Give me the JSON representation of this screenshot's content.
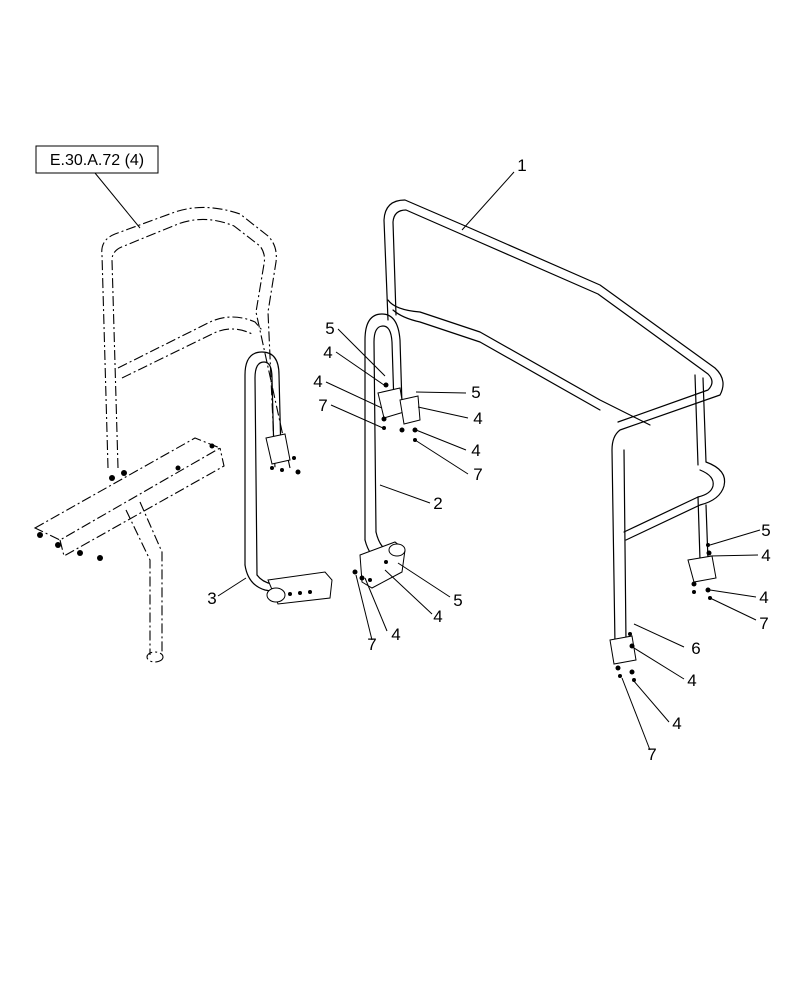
{
  "reference_box": {
    "text": "E.30.A.72 (4)"
  },
  "callouts": [
    {
      "id": "c1",
      "text": "1"
    },
    {
      "id": "c2",
      "text": "2"
    },
    {
      "id": "c3",
      "text": "3"
    },
    {
      "id": "c5a",
      "text": "5"
    },
    {
      "id": "c4a",
      "text": "4"
    },
    {
      "id": "c4b",
      "text": "4"
    },
    {
      "id": "c7a",
      "text": "7"
    },
    {
      "id": "c5b",
      "text": "5"
    },
    {
      "id": "c4c",
      "text": "4"
    },
    {
      "id": "c4d",
      "text": "4"
    },
    {
      "id": "c7b",
      "text": "7"
    },
    {
      "id": "c5c",
      "text": "5"
    },
    {
      "id": "c4e",
      "text": "4"
    },
    {
      "id": "c4f",
      "text": "4"
    },
    {
      "id": "c7c",
      "text": "7"
    },
    {
      "id": "c5d",
      "text": "5"
    },
    {
      "id": "c4g",
      "text": "4"
    },
    {
      "id": "c4h",
      "text": "4"
    },
    {
      "id": "c7d",
      "text": "7"
    },
    {
      "id": "c6",
      "text": "6"
    },
    {
      "id": "c4i",
      "text": "4"
    },
    {
      "id": "c4j",
      "text": "4"
    },
    {
      "id": "c7e",
      "text": "7"
    }
  ]
}
